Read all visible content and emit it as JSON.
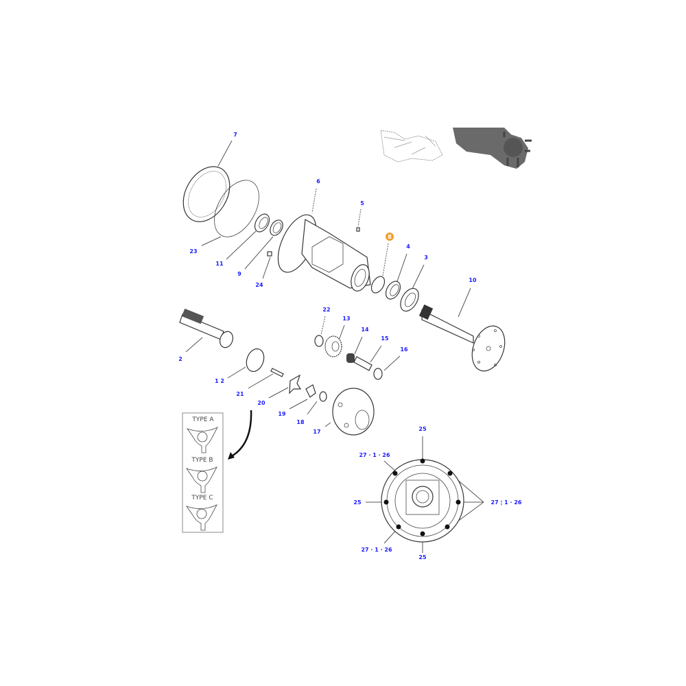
{
  "diagram": {
    "callouts": [
      {
        "id": "7",
        "text": "7"
      },
      {
        "id": "6",
        "text": "6"
      },
      {
        "id": "5",
        "text": "5"
      },
      {
        "id": "8",
        "text": "8",
        "highlighted": true
      },
      {
        "id": "4",
        "text": "4"
      },
      {
        "id": "3",
        "text": "3"
      },
      {
        "id": "10",
        "text": "10"
      },
      {
        "id": "23",
        "text": "23"
      },
      {
        "id": "11",
        "text": "11"
      },
      {
        "id": "9",
        "text": "9"
      },
      {
        "id": "24",
        "text": "24"
      },
      {
        "id": "22",
        "text": "22"
      },
      {
        "id": "13",
        "text": "13"
      },
      {
        "id": "14",
        "text": "14"
      },
      {
        "id": "15",
        "text": "15"
      },
      {
        "id": "16",
        "text": "16"
      },
      {
        "id": "2",
        "text": "2"
      },
      {
        "id": "12",
        "text": "1 2"
      },
      {
        "id": "21",
        "text": "21"
      },
      {
        "id": "20",
        "text": "20"
      },
      {
        "id": "19",
        "text": "19"
      },
      {
        "id": "18",
        "text": "18"
      },
      {
        "id": "17",
        "text": "17"
      },
      {
        "id": "25a",
        "text": "25"
      },
      {
        "id": "27a",
        "text": "27 · 1 · 26"
      },
      {
        "id": "25b",
        "text": "25"
      },
      {
        "id": "27b",
        "text": "27 ¦ 1 · 26"
      },
      {
        "id": "27c",
        "text": "27 · 1 · 26"
      },
      {
        "id": "25c",
        "text": "25"
      }
    ],
    "type_legend": [
      "TYPE A",
      "TYPE B",
      "TYPE C"
    ],
    "colors": {
      "callout": "#1a1aff",
      "highlight": "#f0a030",
      "line": "#333333"
    }
  }
}
